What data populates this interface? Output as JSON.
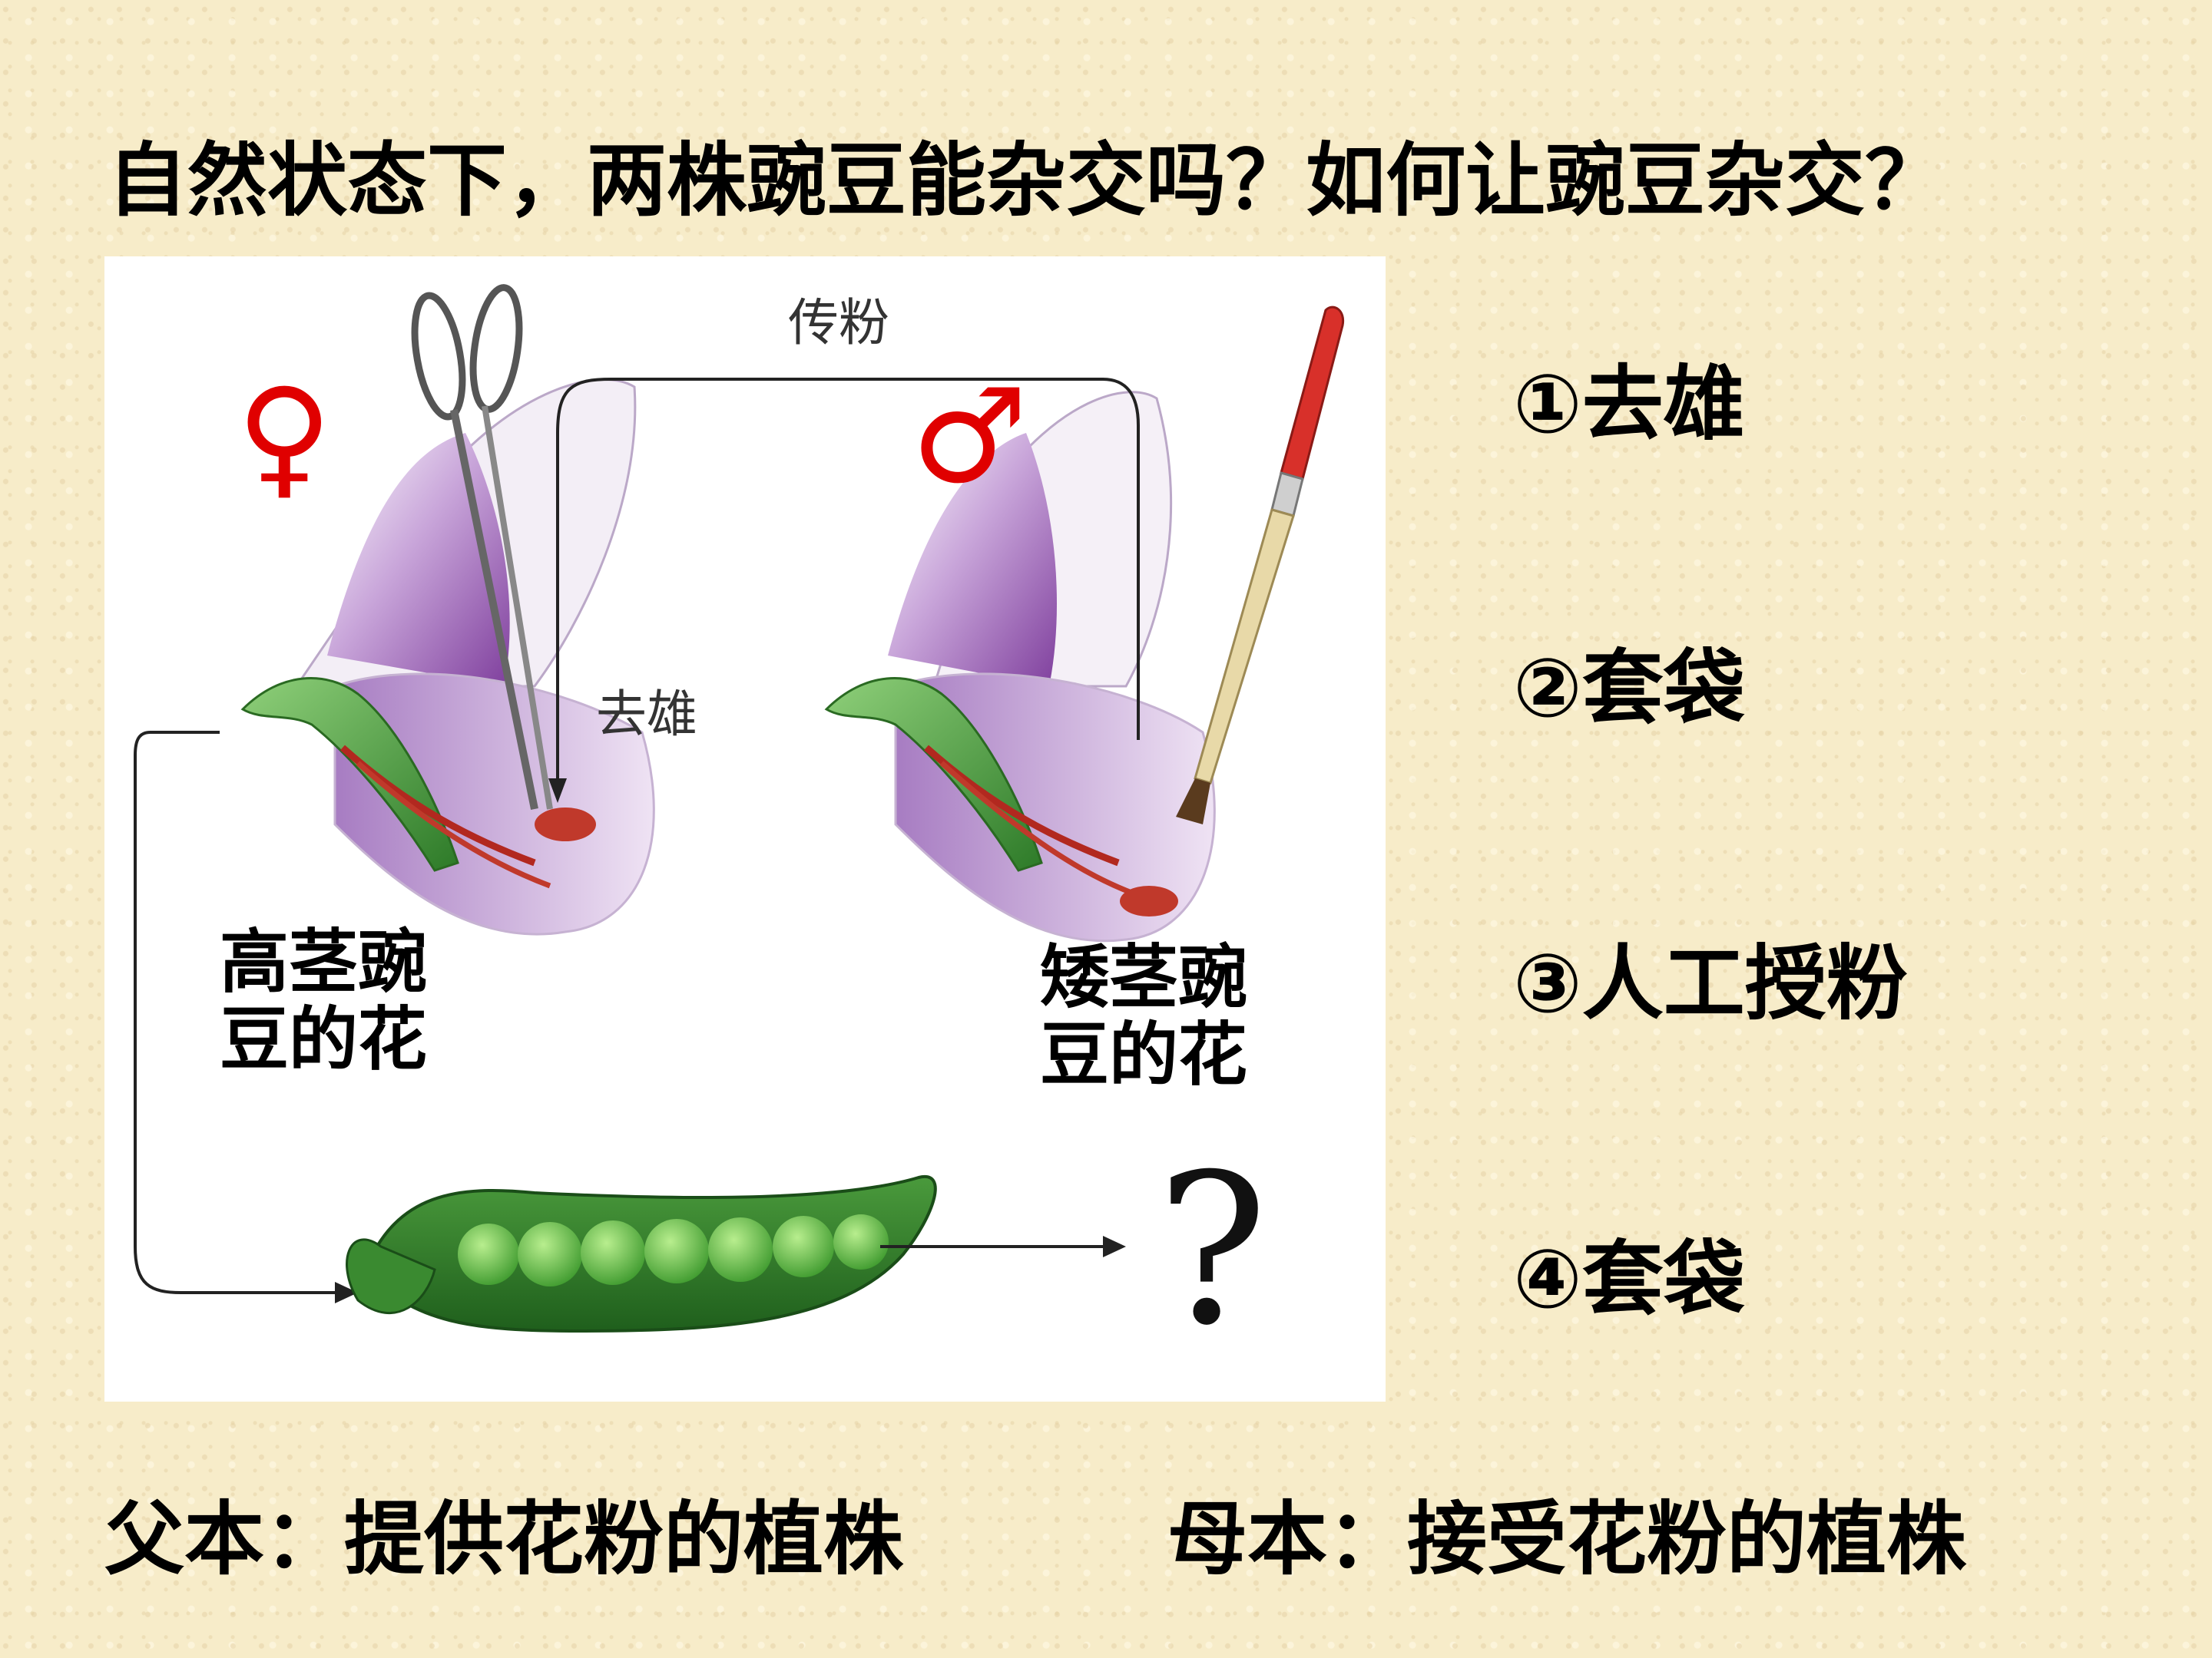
{
  "title": "自然状态下，两株豌豆能杂交吗？如何让豌豆杂交？",
  "diagram": {
    "arrow_top_label": "传粉",
    "emasculation_label": "去雄",
    "female_symbol": "♀",
    "male_symbol": "♂",
    "left_flower_label_line1": "高茎豌",
    "left_flower_label_line2": "豆的花",
    "right_flower_label_line1": "矮茎豌",
    "right_flower_label_line2": "豆的花",
    "result_symbol": "?"
  },
  "steps": [
    {
      "label": "①去雄"
    },
    {
      "label": "②套袋"
    },
    {
      "label": "③人工授粉"
    },
    {
      "label": "④套袋"
    }
  ],
  "footer": {
    "father": "父本：提供花粉的植株",
    "mother": "母本：接受花粉的植株"
  },
  "colors": {
    "sex_symbol": "#e00000",
    "petal_purple": "#8e5aa8",
    "sepal_green": "#3f9a3a",
    "pod_green": "#2f7d2a"
  }
}
